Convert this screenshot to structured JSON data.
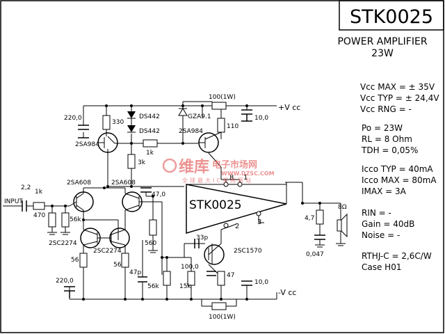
{
  "title_box": {
    "part": "STK0025",
    "subtitle_1": "POWER AMPLIFIER",
    "subtitle_2": "23W"
  },
  "specs": [
    "Vcc MAX = ± 35V",
    "Vcc TYP = ± 24,4V",
    "Vcc RNG = -",
    "Po = 23W",
    "RL = 8 Ohm",
    "TDH = 0,05%",
    "Icco TYP = 40mA",
    "Icco MAX = 80mA",
    "IMAX = 3A",
    "RIN = -",
    "Gain = 40dB",
    "Noise = -",
    "RTHJ-C = 2,6C/W",
    "Case H01"
  ],
  "watermark": {
    "brand": "维库",
    "site_cn": "电子市场网",
    "url": "WWW.DZSC.COM",
    "tagline": "全球最大IC采购网站"
  },
  "ic": {
    "name": "STK0025",
    "pins": [
      "8",
      "1",
      "2",
      "3"
    ]
  },
  "supply": {
    "vcc_pos": "+V cc",
    "vcc_neg": "-V cc"
  },
  "labels": {
    "input": "INPUT",
    "c_in": "2,2",
    "r_in": "1k",
    "r_470": "470",
    "r_56k_in": "56k",
    "c_220_top": "220,0",
    "r_330": "330",
    "d1": "DS442",
    "d2": "DS442",
    "zener": "GZA9.1",
    "r_1k_mid": "1k",
    "r_3k": "3k",
    "q_2sa984_left": "2SA984",
    "q_2sa984_right": "2SA984",
    "r_110": "110",
    "r_100_top": "100(1W)",
    "c_10_top": "10,0",
    "q_2sa608_left": "2SA608",
    "q_2sa608_right": "2SA608",
    "c_47": "47,0",
    "r_560": "560",
    "q_2sc2274_left": "2SC2274",
    "q_2sc2274_right": "2SC2274",
    "r_56_left": "56",
    "r_56_right": "56",
    "c_47p": "47p",
    "c_220_bot": "220,0",
    "r_56k_bot": "56k",
    "r_15k": "15k",
    "c_33p": "33p",
    "c_100": "100,0",
    "r_47": "47",
    "q_2sc1570": "2SC1570",
    "c_10_bot": "10,0",
    "r_100_bot": "100(1W)",
    "r_4_7": "4,7",
    "c_0_047": "0,047",
    "speaker": "8Ω"
  }
}
